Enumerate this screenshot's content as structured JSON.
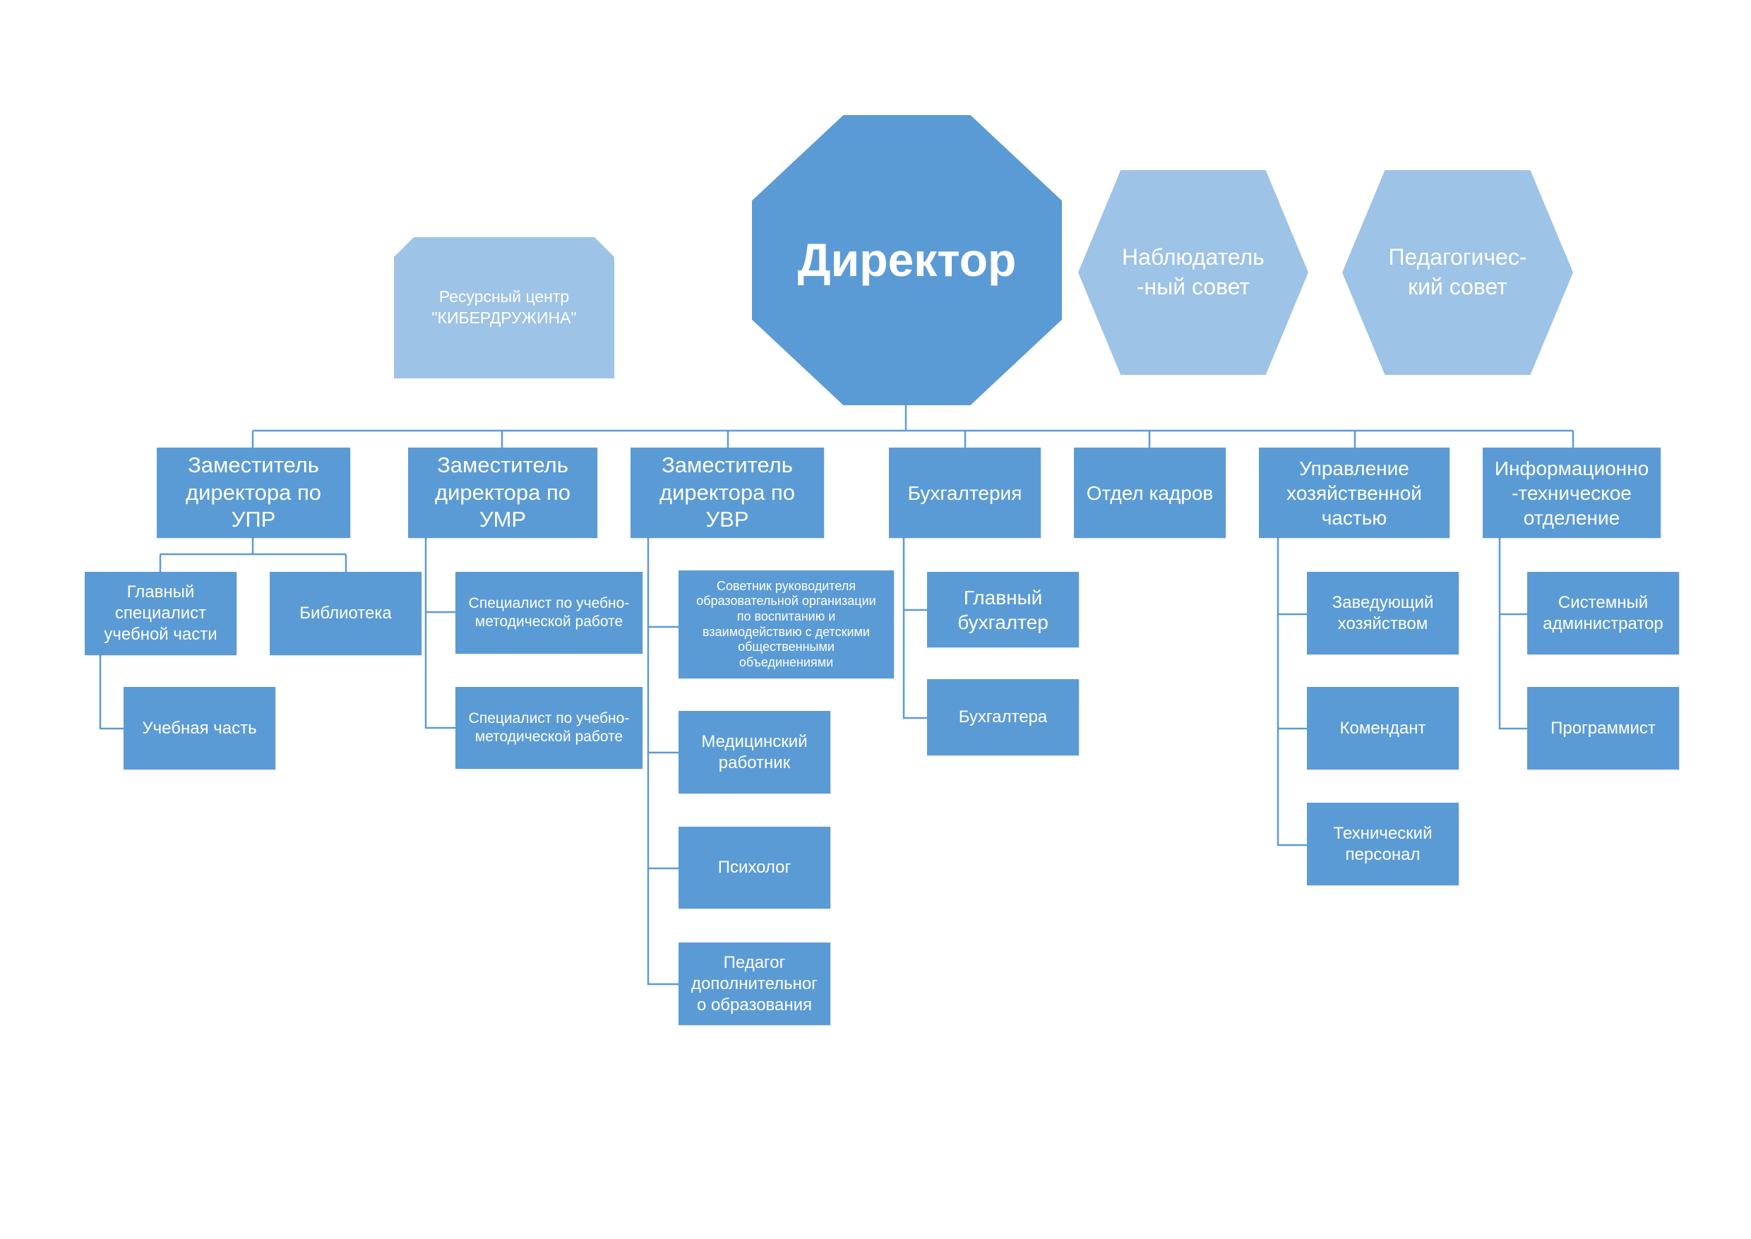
{
  "director": "Директор",
  "resource_center": "Ресурсный центр\n\"КИБЕРДРУЖИНА\"",
  "observer_council": "Наблюдатель\n-ный совет",
  "pedagogical_council": "Педагогичес-\nкий совет",
  "departments": {
    "upr": "Заместитель\nдиректора по\nУПР",
    "umr": "Заместитель\nдиректора по\nУМР",
    "uvr": "Заместитель\nдиректора по\nУВР",
    "accounting": "Бухгалтерия",
    "hr": "Отдел кадров",
    "household": "Управление\nхозяйственной\nчастью",
    "it": "Информационно\n-техническое\nотделение"
  },
  "upr_children": {
    "chief_specialist": "Главный\nспециалист\nучебной части",
    "library": "Библиотека",
    "academic_part": "Учебная часть"
  },
  "umr_children": {
    "specialist_1": "Специалист по учебно-\nметодической работе",
    "specialist_2": "Специалист по учебно-\nметодической работе"
  },
  "uvr_children": {
    "advisor": "Советник руководителя\nобразовательной организации\nпо воспитанию и\nвзаимодействию с детскими\nобщественными\nобъединениями",
    "medical": "Медицинский\nработник",
    "psychologist": "Психолог",
    "teacher": "Педагог\nдополнительног\nо образования"
  },
  "accounting_children": {
    "chief_accountant": "Главный\nбухгалтер",
    "accountants": "Бухгалтера"
  },
  "household_children": {
    "manager": "Заведующий\nхозяйством",
    "commandant": "Комендант",
    "tech_staff": "Технический\nперсонал"
  },
  "it_children": {
    "sysadmin": "Системный\nадминистратор",
    "programmer": "Программист"
  },
  "colors": {
    "primary": "#5b9bd5",
    "light": "#9dc3e6",
    "connector": "#5b9bd5",
    "text": "#ffffff"
  }
}
